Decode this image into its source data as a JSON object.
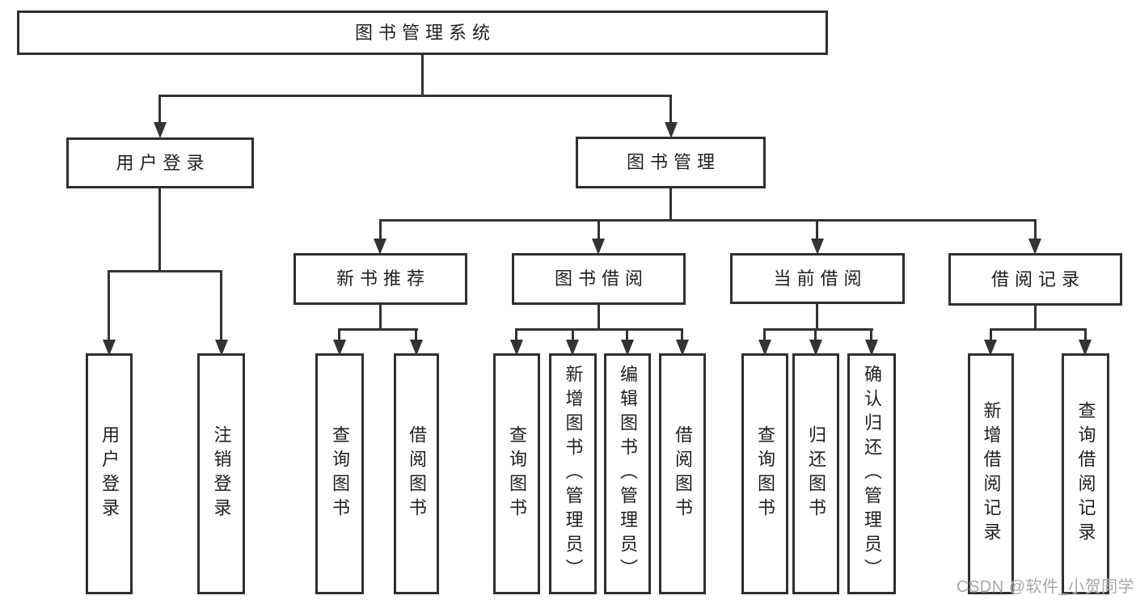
{
  "tree": {
    "root": {
      "label": "图书管理系统",
      "children": [
        {
          "label": "用户登录",
          "children": [
            {
              "label": "用户登录"
            },
            {
              "label": "注销登录"
            }
          ]
        },
        {
          "label": "图书管理",
          "children": [
            {
              "label": "新书推荐",
              "children": [
                {
                  "label": "查询图书"
                },
                {
                  "label": "借阅图书"
                }
              ]
            },
            {
              "label": "图书借阅",
              "children": [
                {
                  "label": "查询图书"
                },
                {
                  "label": "新增图书（管理员）"
                },
                {
                  "label": "编辑图书（管理员）"
                },
                {
                  "label": "借阅图书"
                }
              ]
            },
            {
              "label": "当前借阅",
              "children": [
                {
                  "label": "查询图书"
                },
                {
                  "label": "归还图书"
                },
                {
                  "label": "确认归还（管理员）"
                }
              ]
            },
            {
              "label": "借阅记录",
              "children": [
                {
                  "label": "新增借阅记录"
                },
                {
                  "label": "查询借阅记录"
                }
              ]
            }
          ]
        }
      ]
    }
  },
  "watermark": {
    "text": "CSDN @软件_小贺同学"
  },
  "colors": {
    "line": "#333333",
    "box_border": "#2f2f2f",
    "box_fill": "#ffffff",
    "text": "#1f1f1f",
    "watermark": "#a8a8a8",
    "background": "#ffffff"
  }
}
